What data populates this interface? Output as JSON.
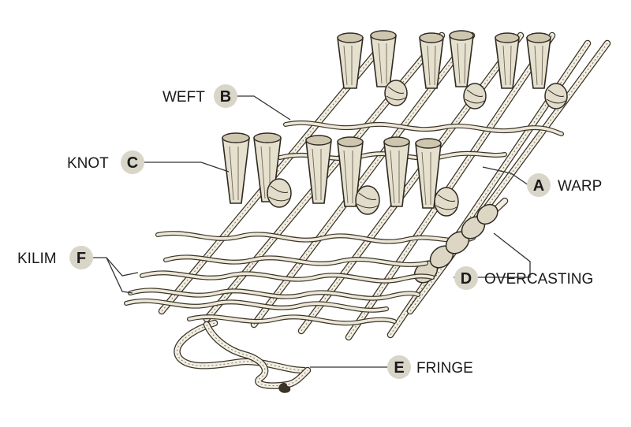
{
  "labels": {
    "weft": {
      "letter": "B",
      "text": "WEFT"
    },
    "knot": {
      "letter": "C",
      "text": "KNOT"
    },
    "kilim": {
      "letter": "F",
      "text": "KILIM"
    },
    "warp": {
      "letter": "A",
      "text": "WARP"
    },
    "overcasting": {
      "letter": "D",
      "text": "OVERCASTING"
    },
    "fringe": {
      "letter": "E",
      "text": "FRINGE"
    }
  }
}
